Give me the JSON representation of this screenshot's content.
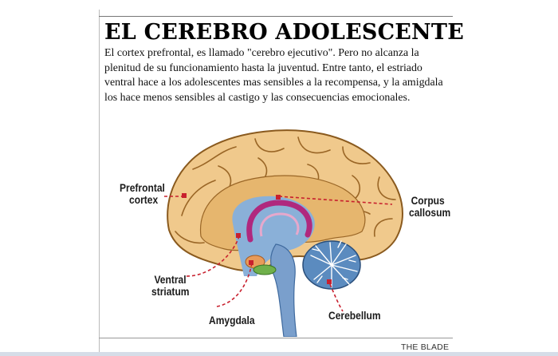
{
  "title": "EL CEREBRO ADOLESCENTE",
  "intro_text": "El cortex prefrontal, es llamado \"cerebro ejecutivo\". Pero no alcanza la plenitud de su funcionamiento hasta la juventud. Entre tanto, el estriado ventral hace a los adolescentes mas sensibles a la recompensa, y la amigdala los hace menos sensibles al castigo y las consecuencias emocionales.",
  "labels": {
    "prefrontal_cortex": [
      "Prefrontal",
      "cortex"
    ],
    "corpus_callosum": [
      "Corpus",
      "callosum"
    ],
    "ventral_striatum": [
      "Ventral",
      "striatum"
    ],
    "amygdala": "Amygdala",
    "cerebellum": "Cerebellum"
  },
  "credit": "THE BLADE",
  "colors": {
    "cortex": "#f0c98c",
    "cortex_outline": "#8a5a1e",
    "corpus_callosum": "#b0287e",
    "ventricle": "#8ab0d8",
    "brainstem": "#7a9fcc",
    "cerebellum": "#5b8bbf",
    "striatum": "#e89b5a",
    "amygdala": "#6fb04a",
    "marker": "#c8202e"
  }
}
